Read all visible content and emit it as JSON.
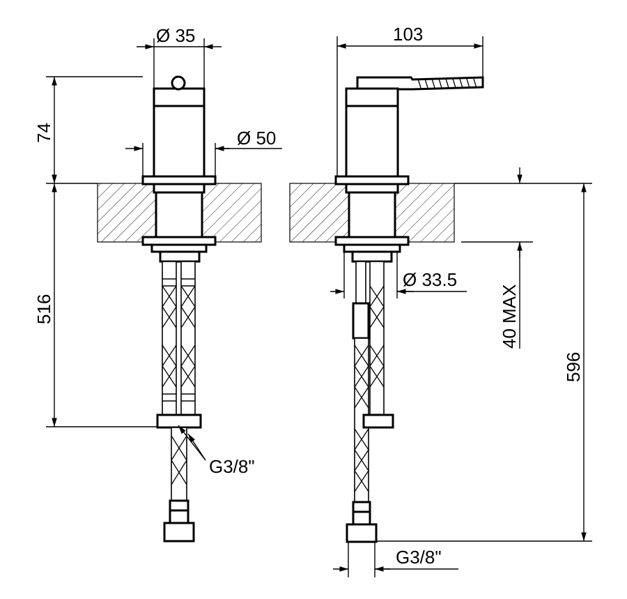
{
  "dimensions": {
    "diameter_top": "Ø 35",
    "diameter_body": "Ø 50",
    "diameter_hose": "Ø 33.5",
    "height_above_deck": "74",
    "length_below_deck": "516",
    "spout_length": "103",
    "deck_thickness_max": "40 MAX",
    "overall_height": "596",
    "thread_left": "G3/8\"",
    "thread_bottom": "G3/8\""
  },
  "colors": {
    "line": "#000000",
    "background": "#ffffff"
  }
}
